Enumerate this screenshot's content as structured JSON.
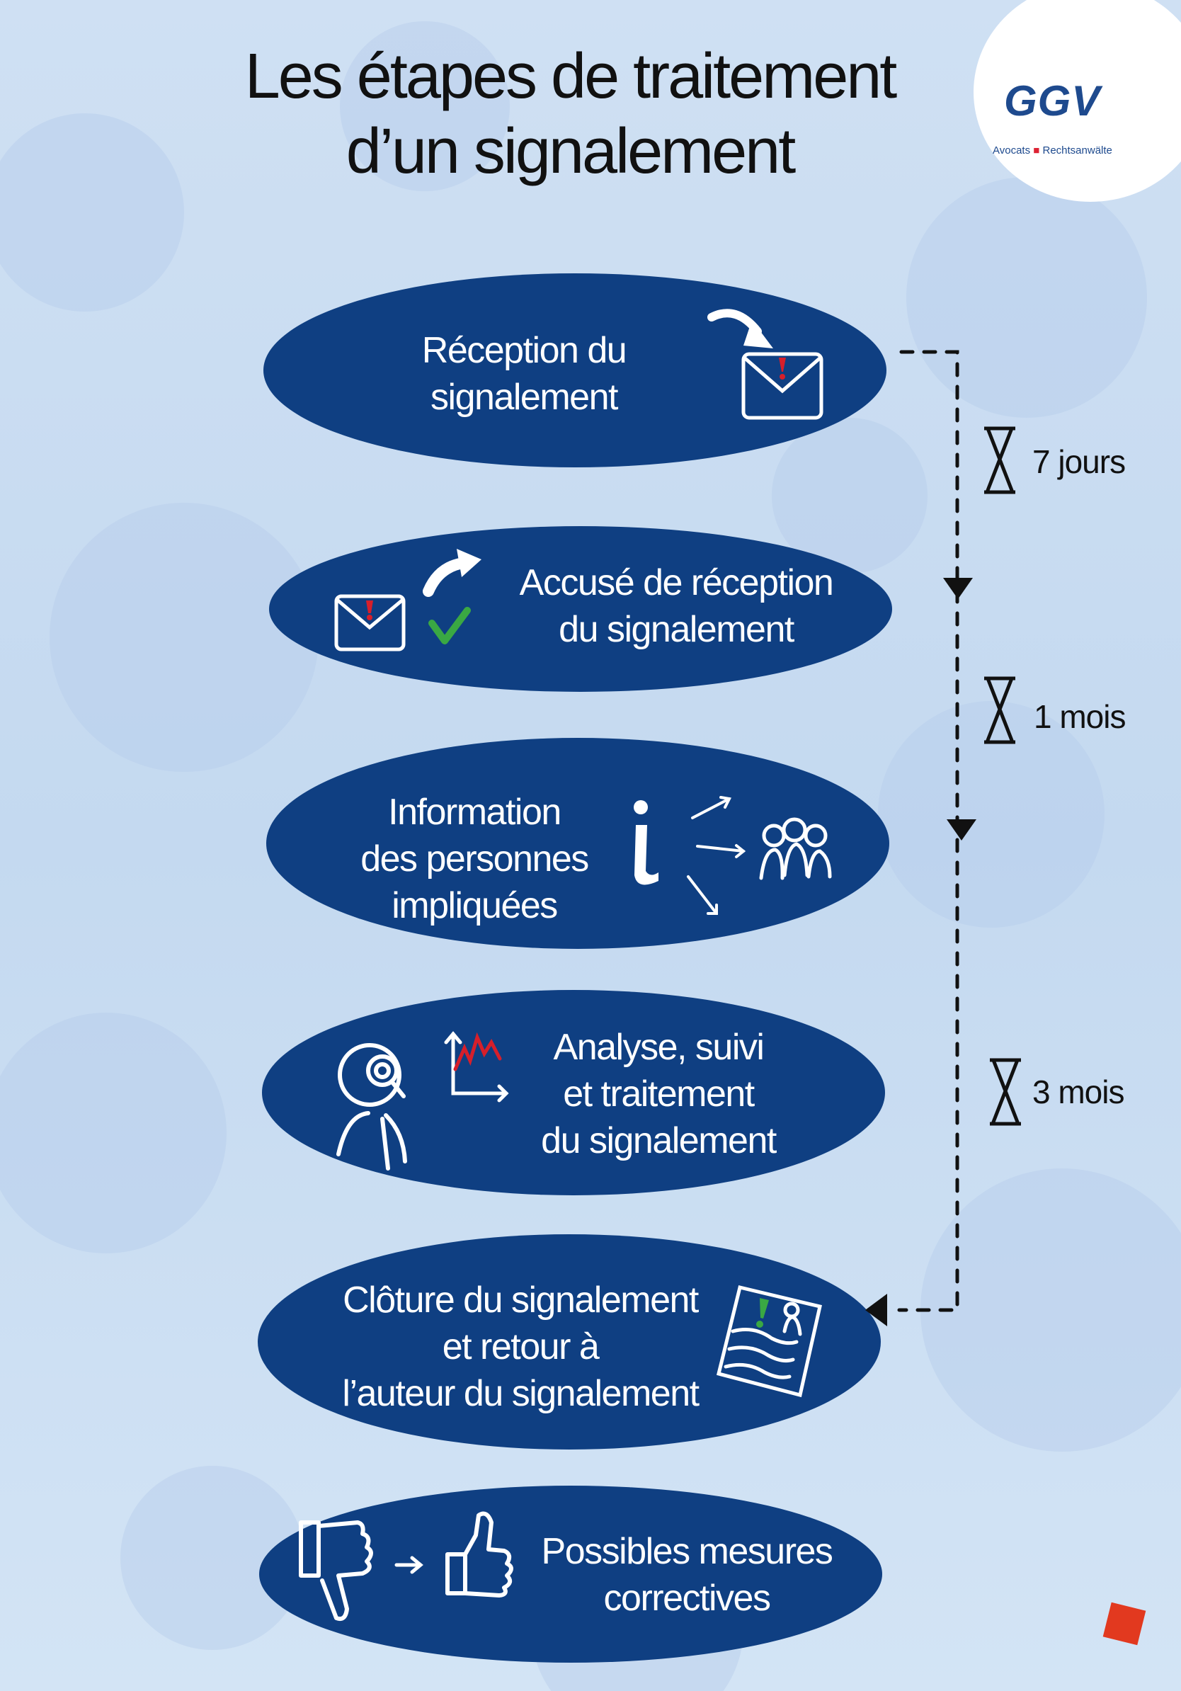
{
  "title": [
    "Les étapes de traitement",
    "d’un signalement"
  ],
  "logo": {
    "name": "GGV",
    "subtitle_left": "Avocats",
    "subtitle_right": "Rechtsanwälte"
  },
  "colors": {
    "ellipse": "#0f3f82",
    "background": "#c9dcf1",
    "accent_red": "#e2391f",
    "check_green": "#3aa843"
  },
  "steps": [
    {
      "lines": [
        "Réception du",
        "signalement"
      ],
      "icons": [
        "arrow-icon",
        "envelope-alert-icon"
      ]
    },
    {
      "lines": [
        "Accusé de réception",
        "du signalement"
      ],
      "icons": [
        "envelope-alert-icon",
        "arrow-icon",
        "checkmark-icon"
      ]
    },
    {
      "lines": [
        "Information",
        "des personnes",
        "impliquées"
      ],
      "icons": [
        "info-icon",
        "arrow-icon",
        "people-icon"
      ]
    },
    {
      "lines": [
        "Analyse, suivi",
        "et traitement",
        "du signalement"
      ],
      "icons": [
        "magnifier-person-icon",
        "chart-icon"
      ]
    },
    {
      "lines": [
        "Clôture du signalement",
        "et retour à",
        "l’auteur du signalement"
      ],
      "icons": [
        "document-icon"
      ]
    },
    {
      "lines": [
        "Possibles mesures",
        "correctives"
      ],
      "icons": [
        "thumbs-down-icon",
        "arrow-icon",
        "thumbs-up-icon"
      ]
    }
  ],
  "durations": [
    "7 jours",
    "1 mois",
    "3 mois"
  ]
}
